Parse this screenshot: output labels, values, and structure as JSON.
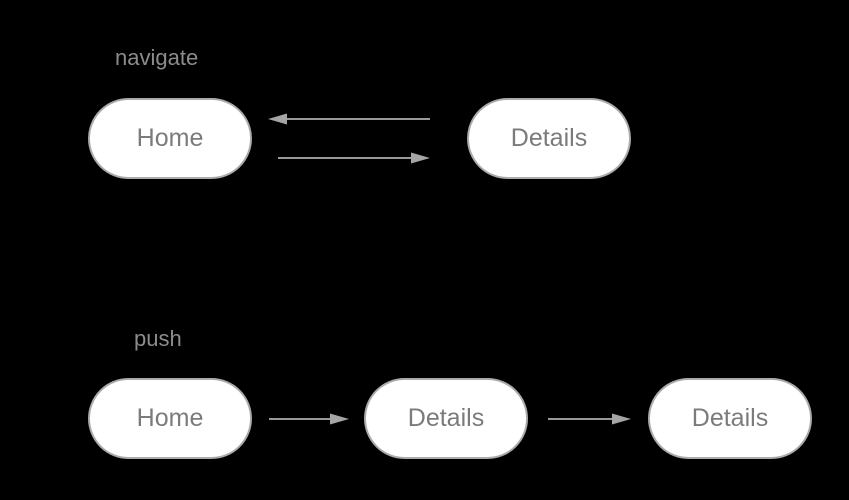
{
  "colors": {
    "background": "#000000",
    "node-fill": "#ffffff",
    "node-border": "#ababab",
    "node-text": "#7b7b7b",
    "label-text": "#8c8c8c",
    "arrow": "#999999",
    "arrowhead": "#a5a5a5"
  },
  "diagram": {
    "type": "navigation-flow-diagram",
    "node_shape": "stadium",
    "groups": [
      {
        "label": "navigate",
        "nodes": [
          {
            "label": "Home"
          },
          {
            "label": "Details"
          }
        ],
        "edges": [
          {
            "from": "Details",
            "to": "Home",
            "direction": "left"
          },
          {
            "from": "Home",
            "to": "Details",
            "direction": "right"
          }
        ]
      },
      {
        "label": "push",
        "nodes": [
          {
            "label": "Home"
          },
          {
            "label": "Details"
          },
          {
            "label": "Details"
          }
        ],
        "edges": [
          {
            "from": "Home",
            "to": "Details",
            "direction": "right"
          },
          {
            "from": "Details",
            "to": "Details",
            "direction": "right"
          }
        ]
      }
    ]
  }
}
